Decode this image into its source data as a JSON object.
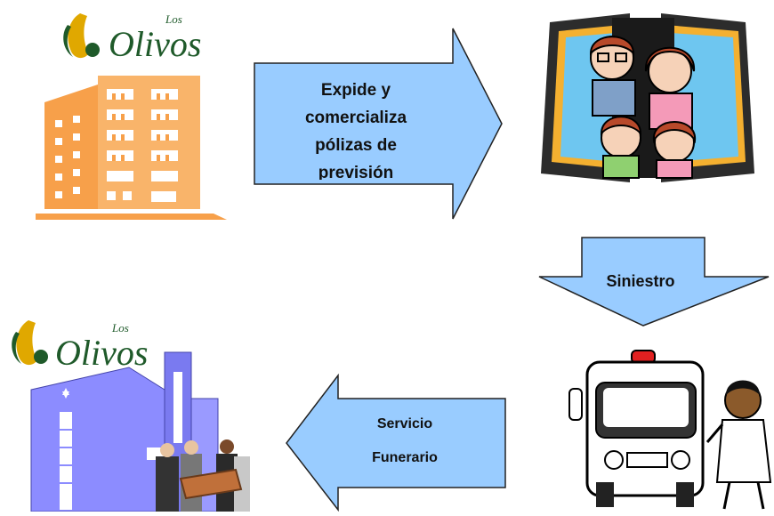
{
  "logos": [
    {
      "word": "Olivos",
      "small": "Los"
    },
    {
      "word": "Olivos",
      "small": "Los"
    }
  ],
  "arrows": {
    "expide": [
      "Expide y",
      "comercializa",
      "pólizas de",
      "previsión"
    ],
    "siniestro": "Siniestro",
    "servicio": [
      "Servicio",
      "Funerario"
    ]
  },
  "colors": {
    "arrow_fill": "#99CCFF",
    "arrow_stroke": "#222222",
    "building_orange": "#F7A04A",
    "church_purple": "#8080FF",
    "logo_green": "#1f5a2a",
    "logo_gold": "#E0A800"
  }
}
